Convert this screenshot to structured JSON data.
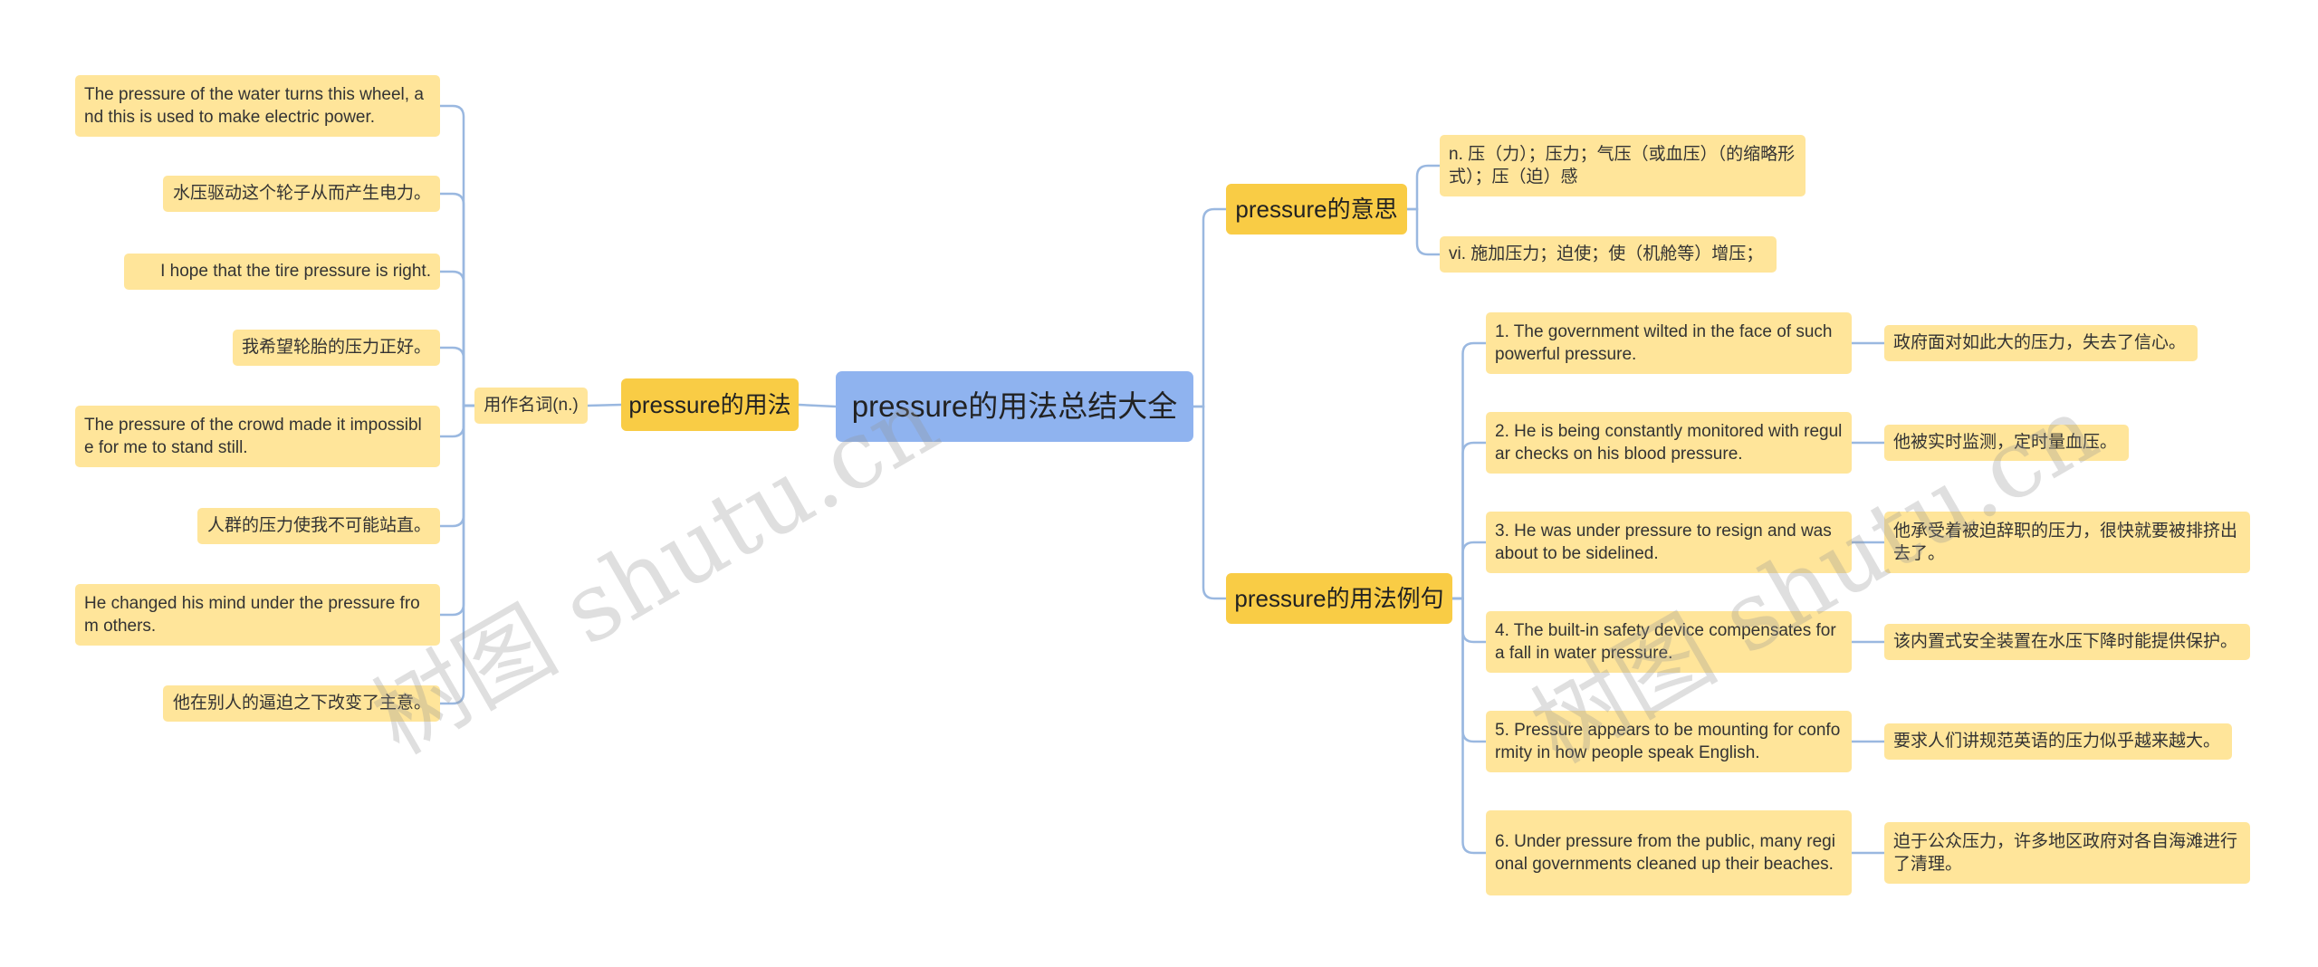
{
  "root": {
    "label": "pressure的用法总结大全"
  },
  "usage": {
    "label": "pressure的用法",
    "sub_label": "用作名词(n.)",
    "items": [
      "The pressure of the water turns this wheel, and this is used to make electric power.",
      "水压驱动这个轮子从而产生电力。",
      "I hope that the tire pressure is right.",
      "我希望轮胎的压力正好。",
      "The pressure of the crowd made it impossible for me to stand still.",
      "人群的压力使我不可能站直。",
      "He changed his mind under the pressure from others.",
      "他在别人的逼迫之下改变了主意。"
    ]
  },
  "meaning": {
    "label": "pressure的意思",
    "items": [
      "n. 压（力）；压力；气压（或血压）（的缩略形式）；压（迫）感",
      "vi. 施加压力；迫使；使（机舱等）增压；"
    ]
  },
  "examples": {
    "label": "pressure的用法例句",
    "items": [
      {
        "en": "1. The government wilted in the face of such powerful pressure.",
        "zh": "政府面对如此大的压力，失去了信心。"
      },
      {
        "en": "2. He is being constantly monitored with regular checks on his blood pressure.",
        "zh": "他被实时监测，定时量血压。"
      },
      {
        "en": "3. He was under pressure to resign and was about to be sidelined.",
        "zh": "他承受着被迫辞职的压力，很快就要被排挤出去了。"
      },
      {
        "en": "4. The built-in safety device compensates for a fall in water pressure.",
        "zh": "该内置式安全装置在水压下降时能提供保护。"
      },
      {
        "en": "5. Pressure appears to be mounting for conformity in how people speak English.",
        "zh": "要求人们讲规范英语的压力似乎越来越大。"
      },
      {
        "en": "6. Under pressure from the public, many regional governments cleaned up their beaches.",
        "zh": "迫于公众压力，许多地区政府对各自海滩进行了清理。"
      }
    ]
  },
  "watermark": {
    "text": "树图 shutu.cn"
  },
  "colors": {
    "root": "#8fb3ef",
    "branch": "#f9cc45",
    "leaf": "#ffe59a",
    "line": "#9ab8e0"
  }
}
